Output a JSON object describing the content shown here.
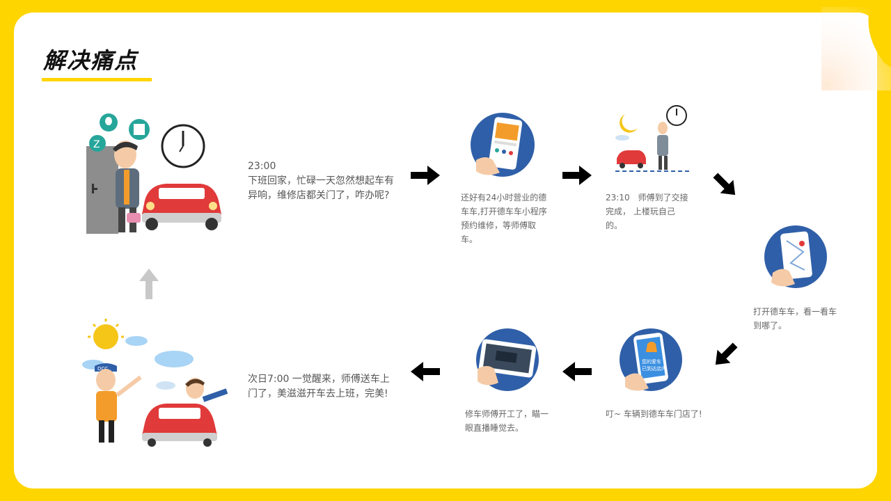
{
  "title": "解决痛点",
  "steps": [
    {
      "time": "23:00",
      "text": "下班回家，忙碌一天忽然想起车有异响，维修店都关门了，咋办呢?"
    },
    {
      "text": "还好有24小时营业的德车车,打开德车车小程序预约维修，等师傅取车。"
    },
    {
      "text": "23:10　师傅到了交接完成， 上楼玩自己的。"
    },
    {
      "text": "打开德车车，看一看车到哪了。"
    },
    {
      "text": "叮~ 车辆到德车车门店了!"
    },
    {
      "text": "修车师傅开工了，瞄一眼直播睡觉去。"
    },
    {
      "text": "次日7:00 一觉醒来，师傅送车上门了，美滋滋开车去上班，完美!"
    }
  ],
  "phone_notice": [
    "您的爱车",
    "已到达店内"
  ],
  "mascot_cap": "DCC",
  "colors": {
    "yellow": "#FFD500",
    "blue": "#2F5FA8",
    "red": "#E03A3A",
    "teal": "#26A69A",
    "orange": "#F39C2B"
  }
}
